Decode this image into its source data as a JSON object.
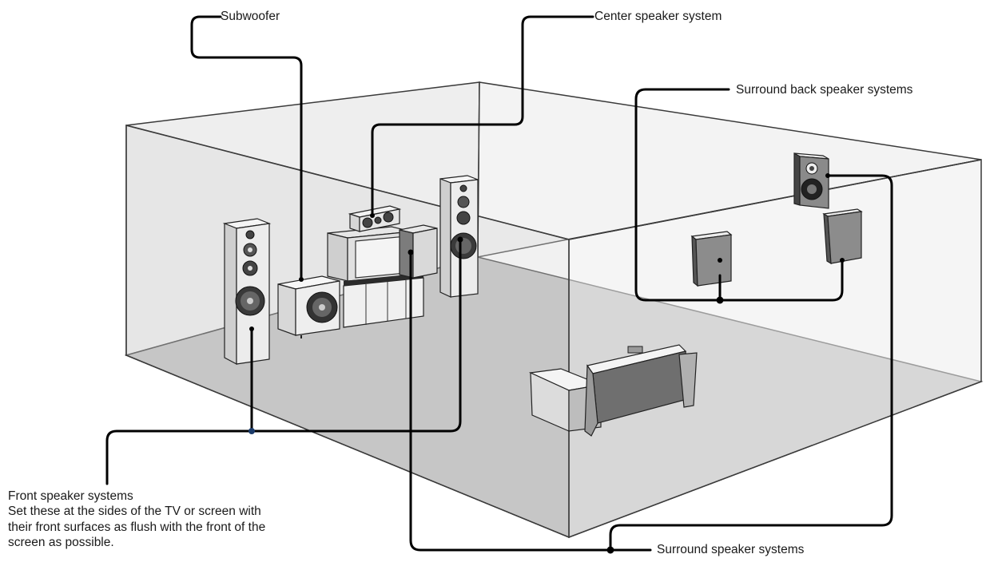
{
  "labels": {
    "subwoofer": "Subwoofer",
    "center": "Center speaker system",
    "surround_back": "Surround back speaker systems",
    "surround": "Surround speaker systems",
    "front_title": "Front speaker systems",
    "front_desc_1": "Set these at the sides of the TV or screen with",
    "front_desc_2": "their front surfaces as flush with the front of the",
    "front_desc_3": "screen as possible."
  },
  "colors": {
    "floor": "#bcbcbc",
    "back_wall": "#e9e9e9",
    "side_wall": "#f2f2f2",
    "edge": "#3a3a3a",
    "leader": "#000000",
    "speaker_dark": "#7a7a7a",
    "speaker_light": "#f0f0f0"
  }
}
